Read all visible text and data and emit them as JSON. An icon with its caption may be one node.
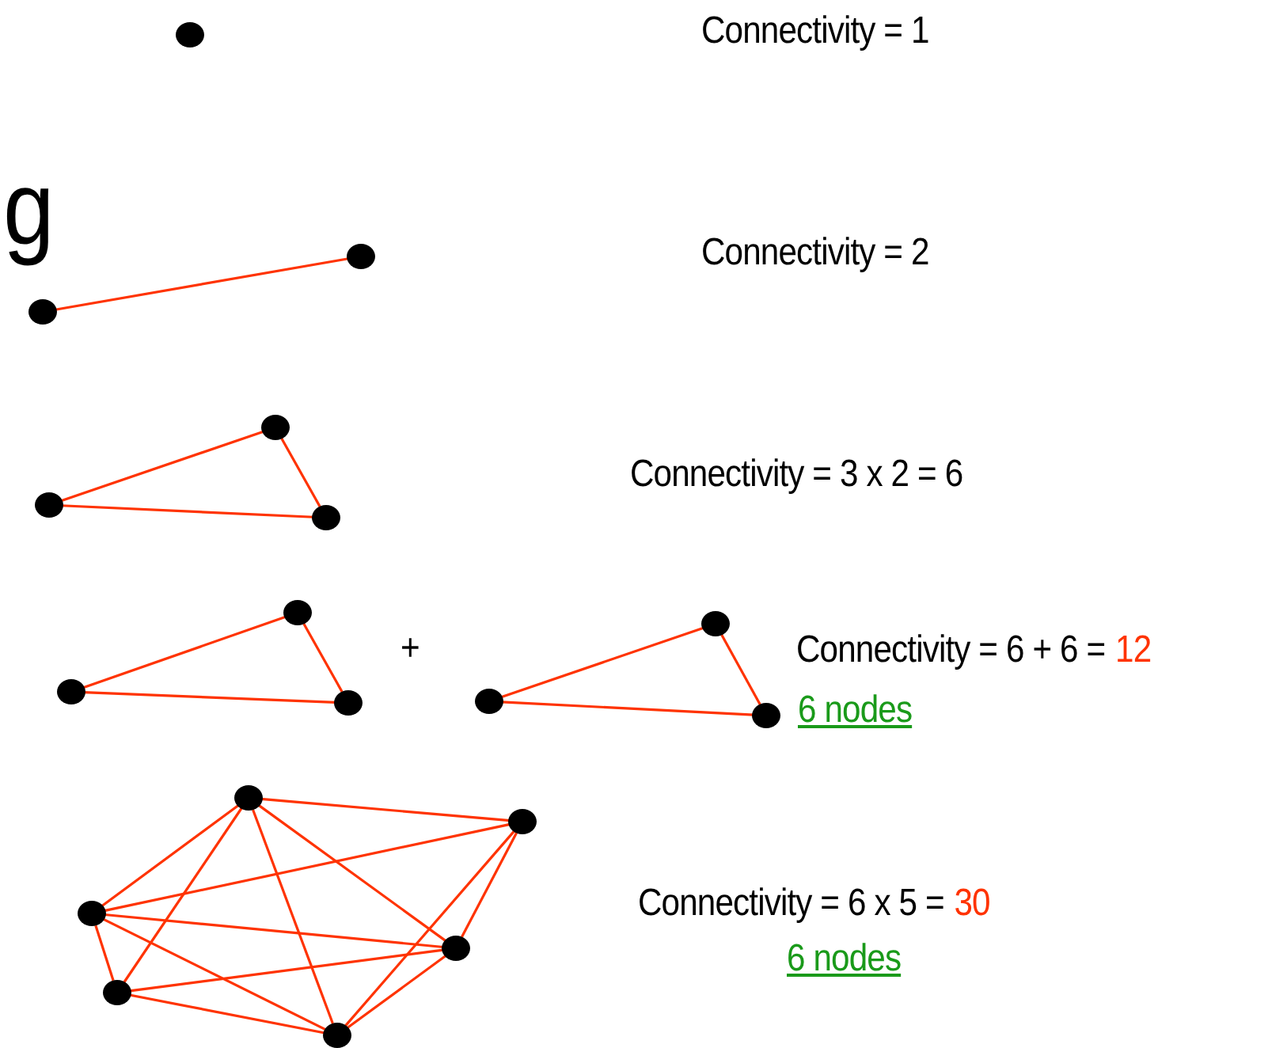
{
  "diagram": {
    "nodes": [
      {
        "text": [],
        "shape": "circle"
      },
      {
        "text": [],
        "shape": "circle"
      },
      {
        "text": [],
        "shape": "circle"
      },
      {
        "text": [],
        "shape": "circle"
      },
      {
        "text": [],
        "shape": "circle"
      },
      {
        "text": [],
        "shape": "circle"
      },
      {
        "text": [],
        "shape": "circle"
      },
      {
        "text": [],
        "shape": "circle"
      },
      {
        "text": [],
        "shape": "circle"
      },
      {
        "text": [],
        "shape": "circle"
      },
      {
        "text": [],
        "shape": "circle"
      },
      {
        "text": [],
        "shape": "circle"
      },
      {
        "text": [],
        "shape": "circle"
      },
      {
        "text": [],
        "shape": "circle"
      },
      {
        "text": [],
        "shape": "circle"
      },
      {
        "text": [],
        "shape": "circle"
      },
      {
        "text": [],
        "shape": "circle"
      },
      {
        "text": [],
        "shape": "circle"
      }
    ],
    "edges": [
      {
        "from": 1,
        "to": 2,
        "arrow": "none"
      },
      {
        "from": 3,
        "to": 4,
        "arrow": "none"
      },
      {
        "from": 3,
        "to": 5,
        "arrow": "none"
      },
      {
        "from": 4,
        "to": 5,
        "arrow": "none"
      },
      {
        "from": 6,
        "to": 7,
        "arrow": "none"
      },
      {
        "from": 6,
        "to": 8,
        "arrow": "none"
      },
      {
        "from": 7,
        "to": 8,
        "arrow": "none"
      },
      {
        "from": 9,
        "to": 10,
        "arrow": "none"
      },
      {
        "from": 9,
        "to": 11,
        "arrow": "none"
      },
      {
        "from": 10,
        "to": 11,
        "arrow": "none"
      },
      {
        "from": 12,
        "to": 13,
        "arrow": "none"
      },
      {
        "from": 12,
        "to": 14,
        "arrow": "none"
      },
      {
        "from": 12,
        "to": 15,
        "arrow": "none"
      },
      {
        "from": 12,
        "to": 16,
        "arrow": "none"
      },
      {
        "from": 12,
        "to": 17,
        "arrow": "none"
      },
      {
        "from": 13,
        "to": 14,
        "arrow": "none"
      },
      {
        "from": 13,
        "to": 16,
        "arrow": "none"
      },
      {
        "from": 13,
        "to": 17,
        "arrow": "none"
      },
      {
        "from": 14,
        "to": 15,
        "arrow": "none"
      },
      {
        "from": 14,
        "to": 16,
        "arrow": "none"
      },
      {
        "from": 14,
        "to": 17,
        "arrow": "none"
      },
      {
        "from": 15,
        "to": 16,
        "arrow": "none"
      },
      {
        "from": 15,
        "to": 17,
        "arrow": "none"
      },
      {
        "from": 16,
        "to": 17,
        "arrow": "none"
      }
    ],
    "labels": [
      "Connectivity = 1",
      "g",
      "Connectivity = 2",
      "Connectivity = 3 x 2 = 6",
      "+",
      "Connectivity = 6 + 6 =",
      "12",
      "6 nodes",
      "Connectivity = 6 x 5 =",
      "30",
      "6 nodes"
    ]
  }
}
